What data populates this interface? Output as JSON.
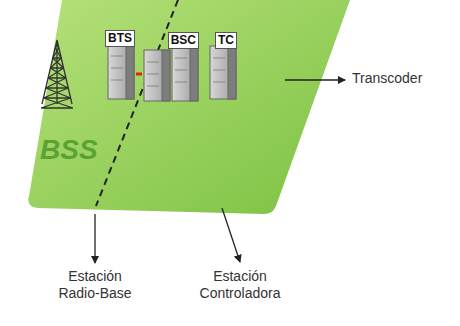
{
  "diagram": {
    "nodes": [
      {
        "text": [
          "BSS"
        ]
      },
      {
        "text": [
          "BTS"
        ],
        "in": 0
      },
      {
        "text": [
          "BSC"
        ],
        "in": 0
      },
      {
        "text": [
          "TC"
        ],
        "in": 0
      }
    ],
    "edges": [
      {
        "from": 1,
        "to": 2,
        "arrow": "none"
      }
    ],
    "labels": [
      "Transcoder",
      "Estación Radio-Base",
      "Estación Controladora"
    ]
  }
}
